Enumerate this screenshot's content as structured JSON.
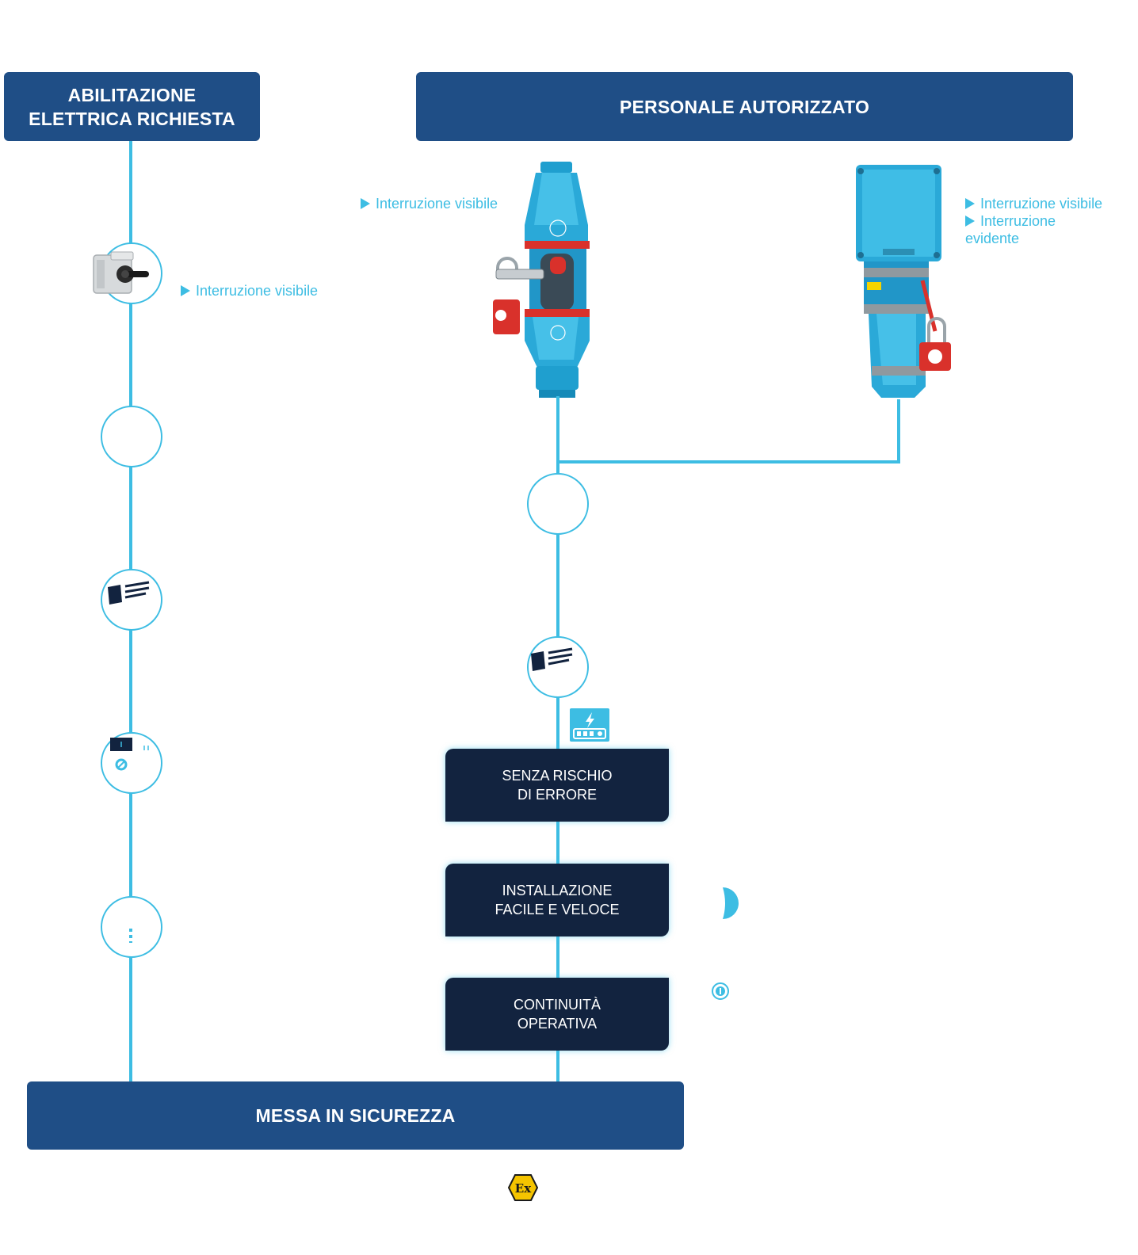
{
  "headers": {
    "left": [
      "ABILITAZIONE",
      "ELETTRICA RICHIESTA"
    ],
    "right": "PERSONALE AUTORIZZATO",
    "bottom": "MESSA IN SICUREZZA"
  },
  "features": {
    "switch": "Interruzione visibile",
    "plug_center": "Interruzione visibile",
    "plug_right": [
      "Interruzione visibile",
      "Interruzione",
      "evidente"
    ]
  },
  "benefits": [
    [
      "SENZA RISCHIO",
      "DI ERRORE"
    ],
    [
      "INSTALLAZIONE",
      "FACILE E VELOCE"
    ],
    [
      "CONTINUITÀ",
      "OPERATIVA"
    ]
  ],
  "colors": {
    "header_blue": "#1f4e86",
    "accent_cyan": "#3dbde3",
    "dark_navy": "#12233f",
    "lock_red": "#d9312b",
    "ex_yellow": "#f5c400"
  },
  "icons": [
    "rotary-switch-icon",
    "inline-plug-icon",
    "wall-socket-icon",
    "document-icon",
    "power-panel-icon",
    "ex-atex-icon"
  ]
}
